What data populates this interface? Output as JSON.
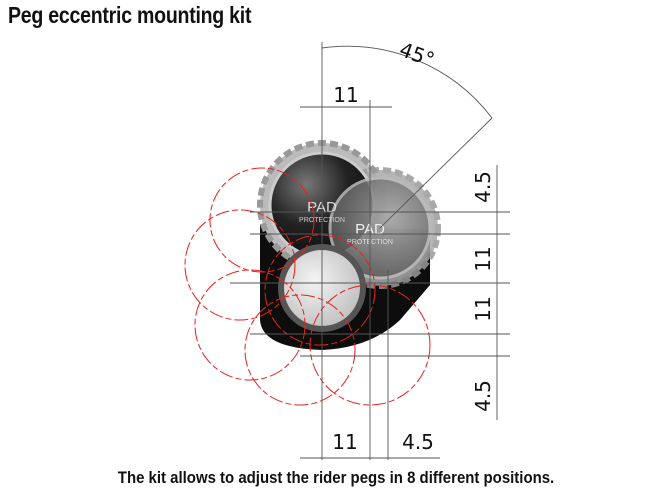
{
  "title": "Peg eccentric mounting kit",
  "caption": "The kit allows to adjust the rider pegs in 8 different positions.",
  "diagram": {
    "angle_label": "45°",
    "top_dimension": "11",
    "right_dimensions": [
      "4.5",
      "11",
      "11",
      "4.5"
    ],
    "bottom_dimensions": [
      "11",
      "4.5"
    ],
    "logo_text": "PAD",
    "logo_subtext": "PROTECTION",
    "accent_color": "#e8201c"
  }
}
